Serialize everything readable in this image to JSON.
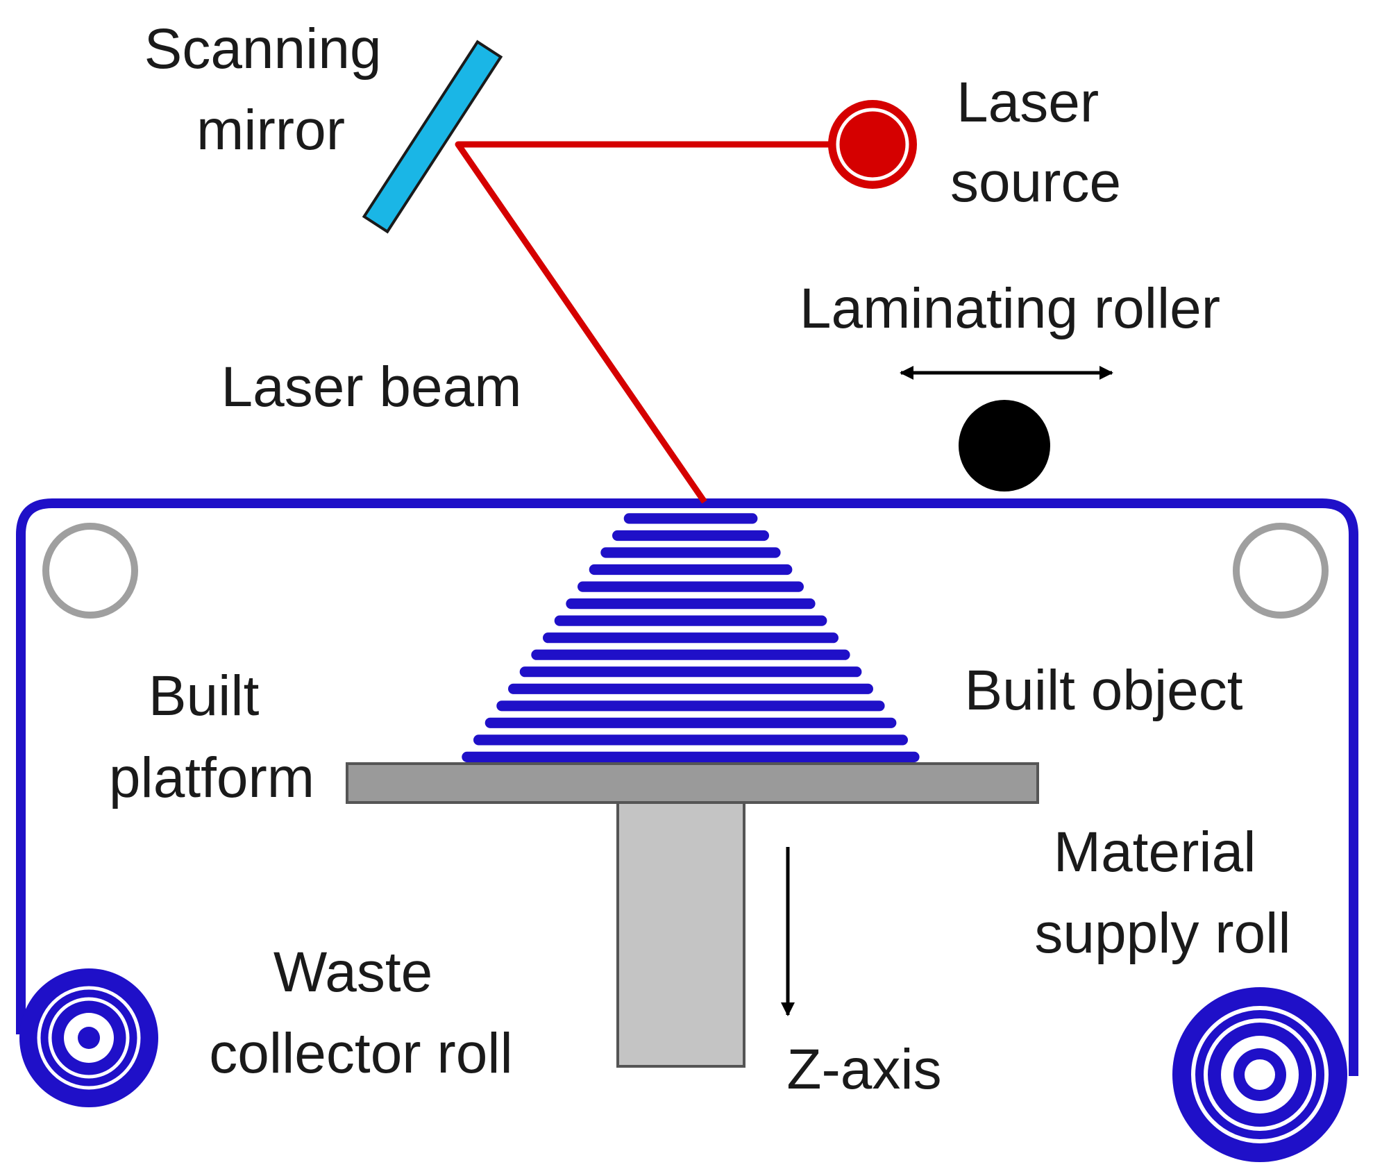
{
  "labels": {
    "scanning_mirror": [
      "Scanning",
      "mirror"
    ],
    "laser_source": [
      "Laser",
      "source"
    ],
    "laminating_roller": "Laminating roller",
    "laser_beam": "Laser beam",
    "built_platform": [
      "Built",
      "platform"
    ],
    "built_object": "Built object",
    "material_supply_roll": [
      "Material",
      "supply roll"
    ],
    "waste_collector_roll": [
      "Waste",
      "collector roll"
    ],
    "z_axis": "Z-axis"
  },
  "colors": {
    "laser": "#d50000",
    "mirror": "#1ab6e6",
    "sheet": "#1f10c8",
    "platform": "#9a9a9a",
    "piston": "#c4c4c4",
    "idler_roller": "#9f9f9f",
    "laminating_roller": "#000000"
  },
  "built_object": {
    "layer_count": 15
  }
}
